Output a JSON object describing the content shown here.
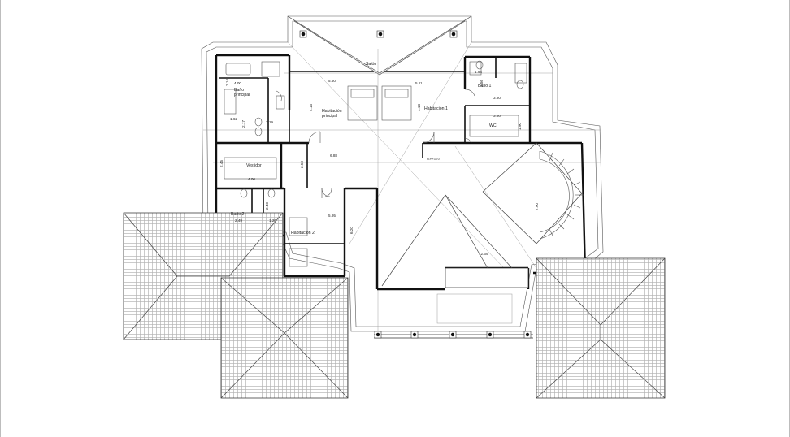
{
  "rooms": {
    "salon": "Salón",
    "bano_principal": "Baño\nprincipal",
    "habitacion_principal": "Habitación\nprincipal",
    "habitacion_1": "Habitación 1",
    "bano_1": "Baño 1",
    "wc": "WC",
    "vestidor": "Vestidor",
    "bano_2": "Baño 2",
    "habitacion_2": "Habitación 2"
  },
  "dimensions": {
    "d_4_00_top": "4.00",
    "d_2_14": "2.14",
    "d_5_60": "5.60",
    "d_5_11": "5.11",
    "d_1_94": "1.94",
    "d_2_56": "2.56",
    "d_3_80_a": "3.80",
    "d_3_80_b": "3.80",
    "d_4_13_a": "4.13",
    "d_4_13_b": "4.13",
    "d_1_62": "1.62",
    "d_2_17": "2.17",
    "d_2_19": "2.19",
    "d_1_90": "1.90",
    "d_6_88": "6.88",
    "d_2_46": "2.46",
    "d_4_00_mid": "4.00",
    "d_2_50": "2.50",
    "d_2_40": "2.40",
    "d_2_49": "2.49",
    "d_1_26": "1.26",
    "d_5_95": "5.95",
    "d_6_20": "6.20",
    "d_7_90": "7.90",
    "d_12_69": "12.69",
    "level": "N.P.+3.70"
  }
}
